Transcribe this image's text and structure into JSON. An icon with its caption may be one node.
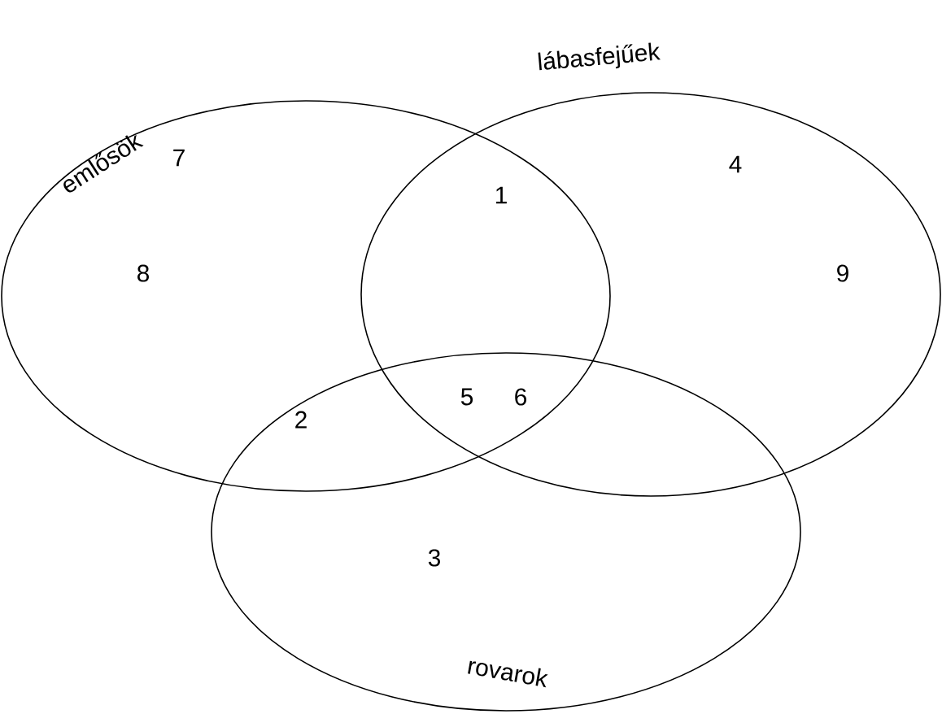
{
  "diagram": {
    "nodes": [
      {
        "text": [
          "emlősök"
        ]
      },
      {
        "text": [
          "lábasfejűek"
        ]
      },
      {
        "text": [
          "rovarok"
        ]
      }
    ],
    "labels": [
      "7",
      "4",
      "1",
      "8",
      "9",
      "5",
      "6",
      "2",
      "3"
    ]
  }
}
